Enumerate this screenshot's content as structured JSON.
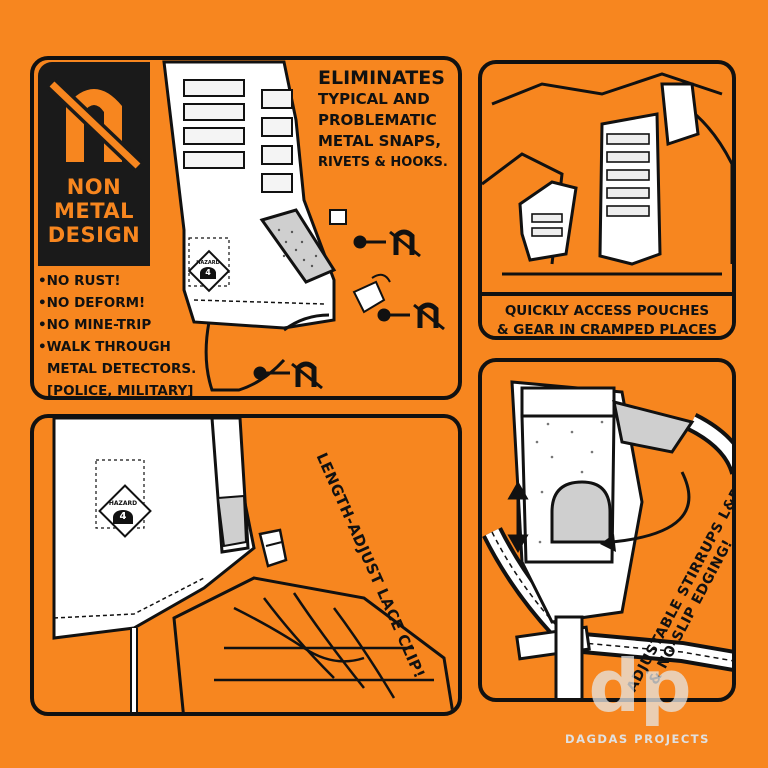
{
  "panel_top_left": {
    "logo_words": [
      "NON",
      "METAL",
      "DESIGN"
    ],
    "bullets": [
      "•NO RUST!",
      "•NO DEFORM!",
      "•NO MINE-TRIP",
      "•WALK THROUGH",
      " METAL DETECTORS.",
      " [POLICE, MILITARY]"
    ],
    "headline_lines": [
      "ELIMINATES",
      "TYPICAL AND",
      "PROBLEMATIC",
      "METAL SNAPS,",
      "RIVETS & HOOKS."
    ],
    "hazard_badge": [
      "HAZARD",
      "4"
    ]
  },
  "panel_top_right": {
    "caption_lines": [
      "QUICKLY ACCESS POUCHES",
      "& GEAR IN CRAMPED PLACES"
    ]
  },
  "panel_bottom_left": {
    "rotated_label": "LENGTH-ADJUST LACE CLIP!",
    "hazard_badge": [
      "HAZARD",
      "4"
    ]
  },
  "panel_bottom_right": {
    "rotated_label_line1": "ADJUSTABLE STIRRUPS L&R",
    "rotated_label_line2": "& NO-SLIP EDGING!"
  },
  "watermark": {
    "logo": "dp",
    "text": "DAGDAS PROJECTS"
  },
  "colors": {
    "background": "#f7861f",
    "ink": "#111111",
    "light": "#ffffff"
  }
}
